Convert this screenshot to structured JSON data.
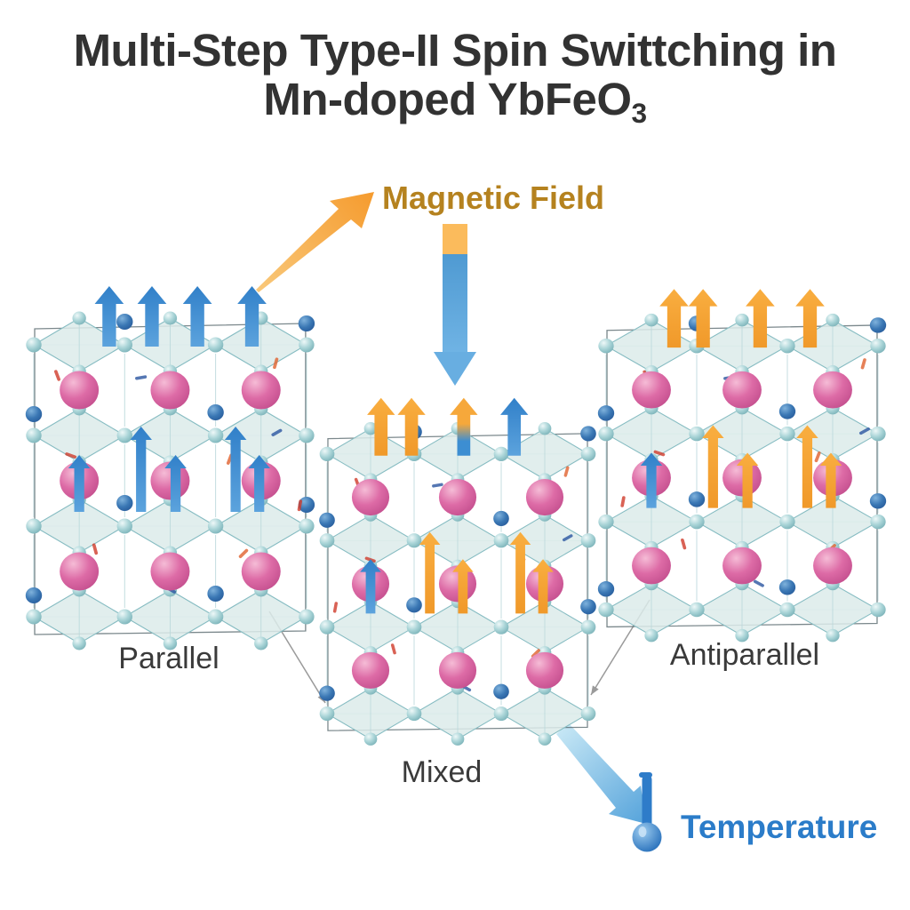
{
  "title": {
    "line1": "Multi-Step Type-II Spin Swittching in",
    "line2_main": "Mn-doped YbFeO",
    "line2_sub": "3"
  },
  "annotations": {
    "magnetic_field": {
      "label": "Magnetic Field",
      "color": "#b5821f"
    },
    "temperature": {
      "label": "Temperature",
      "color": "#2b7cc9"
    },
    "icons": [
      "field-direction-arrow",
      "field-strength-arrow",
      "temperature-arrow",
      "thermometer-icon"
    ]
  },
  "crystals": [
    {
      "id": "parallel",
      "label": "Parallel",
      "top_spins": [
        "blue",
        "blue",
        "blue",
        "blue"
      ],
      "mid_spins": [
        "blue",
        "blue",
        "blue",
        "blue",
        "blue"
      ]
    },
    {
      "id": "mixed",
      "label": "Mixed",
      "top_spins": [
        "orange",
        "orange",
        "orange_blue",
        "blue"
      ],
      "mid_spins": [
        "blue",
        "orange",
        "orange",
        "orange",
        "orange"
      ]
    },
    {
      "id": "antiparallel",
      "label": "Antiparallel",
      "top_spins": [
        "orange",
        "orange",
        "orange",
        "orange"
      ],
      "mid_spins": [
        "blue",
        "orange",
        "orange",
        "orange",
        "orange"
      ]
    }
  ],
  "palette": {
    "spin_blue": "#3d8ed2",
    "spin_orange": "#f6a83b",
    "pink_atom": "#d9649f",
    "teal_atom": "#a9d4d7",
    "dark_blue_atom": "#3572b0",
    "octahedron_fill": "#dcebea",
    "octahedron_edge": "#86bcc2",
    "outline": "#4f6066",
    "connector": "#9a9a9a",
    "scribble_colors": [
      "#cf3b2a",
      "#e0622e",
      "#2b55a0"
    ]
  }
}
